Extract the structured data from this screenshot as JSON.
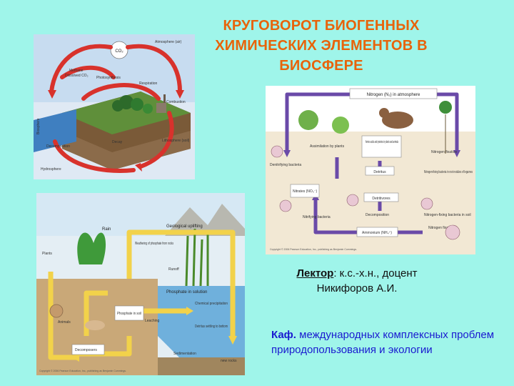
{
  "title": {
    "line1": "КРУГОВОРОТ БИОГЕННЫХ",
    "line2": "ХИМИЧЕСКИХ ЭЛЕМЕНТОВ В",
    "line3": "БИОСФЕРЕ"
  },
  "lecturer": {
    "label": "Лектор",
    "degree": ": к.с.-х.н., доцент",
    "name": "Никифоров А.И."
  },
  "department": {
    "prefix": "Каф.",
    "text": " международных комплексных проблем природопользования и экологии"
  },
  "carbon_cycle": {
    "co2": "CO₂",
    "atmosphere": "Atmosphere (air)",
    "methane": "Methane",
    "dissolved": "Dissolved CO₂",
    "photosynthesis": "Photosynthesis",
    "respiration": "Respiration",
    "combustion": "Combustion",
    "decay": "Decay",
    "decomposition": "Decomposition",
    "lithosphere": "Lithosphere (soil)",
    "biosphere": "Biosphere",
    "hydrosphere": "Hydrosphere"
  },
  "nitrogen_cycle": {
    "atmosphere": "Nitrogen (N₂) in atmosphere",
    "amino": "Amino acids and proteins in plants and animals",
    "assimilation": "Assimilation by plants",
    "denitrifying": "Denitrifying bacteria",
    "nitrates": "Nitrates (NO₃⁻)",
    "detritus": "Detritus",
    "detritivores": "Detritivores",
    "nitrifying": "Nitrifying bacteria",
    "decomposition": "Decomposition",
    "ammonium": "Ammonium (NH₄⁺)",
    "fixation": "Nitrogen fixation",
    "legumes": "Nitrogen-fixing bacteria in root nodules of legumes",
    "fixing_soil": "Nitrogen-fixing bacteria in soil",
    "fixation2": "Nitrogen fixation",
    "copyright": "Copyright © 2006 Pearson Education, Inc., publishing as Benjamin Cummings."
  },
  "phosphorus_cycle": {
    "rain": "Rain",
    "geological": "Geological uplifting",
    "plants": "Plants",
    "weathering": "Weathering of phosphate from rocks",
    "runoff": "Runoff",
    "phosphate_solution": "Phosphate in solution",
    "animals": "Animals",
    "phosphate_soil": "Phosphate in soil",
    "leaching": "Leaching",
    "chemical": "Chemical precipitation",
    "detritus": "Detritus settling to bottom",
    "decomposers": "Decomposers",
    "sedimentation": "Sedimentation",
    "new_rocks": "new rocks",
    "copyright": "Copyright © 2006 Pearson Education, Inc., publishing as Benjamin Cummings."
  },
  "colors": {
    "background": "#9ff5ea",
    "title": "#e8630a",
    "department": "#1a1ad0",
    "carbon_arrows": "#d8322c",
    "nitrogen_arrows": "#6a4aa8",
    "phosphorus_arrows": "#f2d24a"
  }
}
